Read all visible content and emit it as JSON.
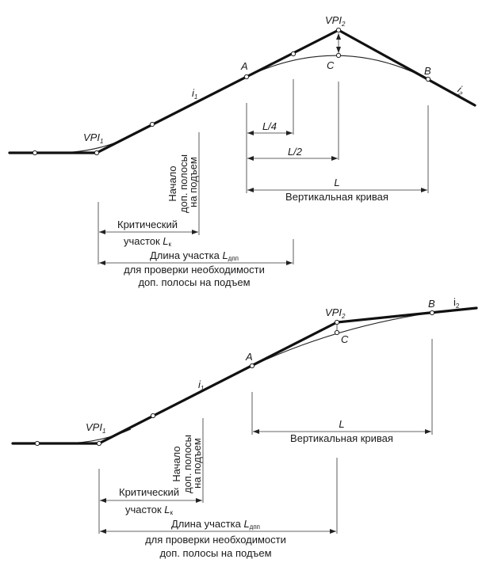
{
  "diagrams": [
    {
      "vpi1": "VPI",
      "vpi1_sub": "1",
      "vpi2": "VPI",
      "vpi2_sub": "2",
      "point_a": "A",
      "point_b": "B",
      "point_c": "C",
      "i1": "i",
      "i1_sub": "1",
      "i2": "i",
      "i2_sub": "2",
      "l4": "L/4",
      "l2": "L/2",
      "l": "L",
      "vertical_curve": "Вертикальная кривая",
      "start_lines": [
        "Начало",
        "доп. полосы",
        "на подъем"
      ],
      "critical_1": "Критический",
      "critical_2": "участок ",
      "critical_l": "L",
      "critical_sub": "к",
      "length_1": "Длина участка ",
      "length_l": "L",
      "length_sub": "дпп",
      "length_2": "для проверки необходимости",
      "length_3": "доп. полосы на подъем"
    },
    {
      "vpi1": "VPI",
      "vpi1_sub": "1",
      "vpi2": "VPI",
      "vpi2_sub": "2",
      "point_a": "A",
      "point_b": "B",
      "point_c": "C",
      "i1": "i",
      "i1_sub": "1",
      "i2": "i",
      "i2_sub": "2",
      "l": "L",
      "vertical_curve": "Вертикальная кривая",
      "start_lines": [
        "Начало",
        "доп. полосы",
        "на подъем"
      ],
      "critical_1": "Критический",
      "critical_2": "участок ",
      "critical_l": "L",
      "critical_sub": "к",
      "length_1": "Длина участка ",
      "length_l": "L",
      "length_sub": "дпп",
      "length_2": "для проверки необходимости",
      "length_3": "доп. полосы на подъем"
    }
  ]
}
